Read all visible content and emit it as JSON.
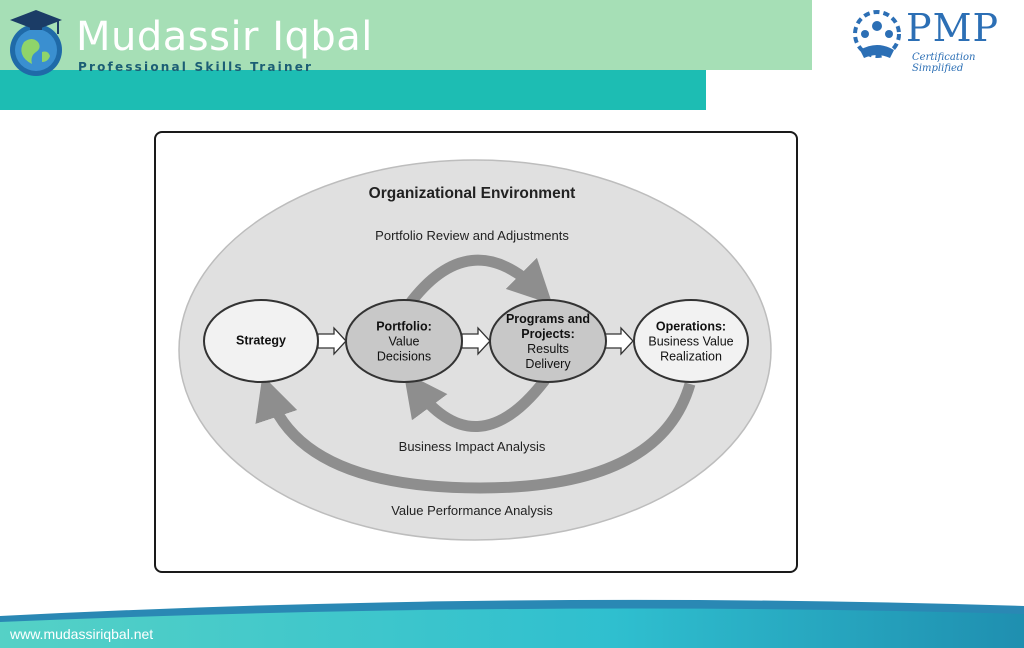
{
  "header": {
    "brand_name": "Mudassir Iqbal",
    "brand_subtitle": "Professional Skills Trainer",
    "pmp_logo_text": "PMP",
    "pmp_tagline": "Certification Simplified",
    "colors": {
      "green_band": "#a6dfb6",
      "teal_band": "#1dbdb3",
      "pmp_blue": "#2c6fb5"
    }
  },
  "diagram": {
    "title": "Organizational Environment",
    "top_loop_label": "Portfolio Review and Adjustments",
    "inner_loop_label": "Business Impact Analysis",
    "outer_loop_label": "Value Performance Analysis",
    "nodes": [
      {
        "id": "strategy",
        "bold": "Strategy",
        "text": ""
      },
      {
        "id": "portfolio",
        "bold": "Portfolio:",
        "text": "Value Decisions"
      },
      {
        "id": "programs",
        "bold": "Programs and Projects:",
        "text": "Results Delivery"
      },
      {
        "id": "operations",
        "bold": "Operations:",
        "text": "Business Value Realization"
      }
    ]
  },
  "footer": {
    "url": "www.mudassiriqbal.net"
  }
}
